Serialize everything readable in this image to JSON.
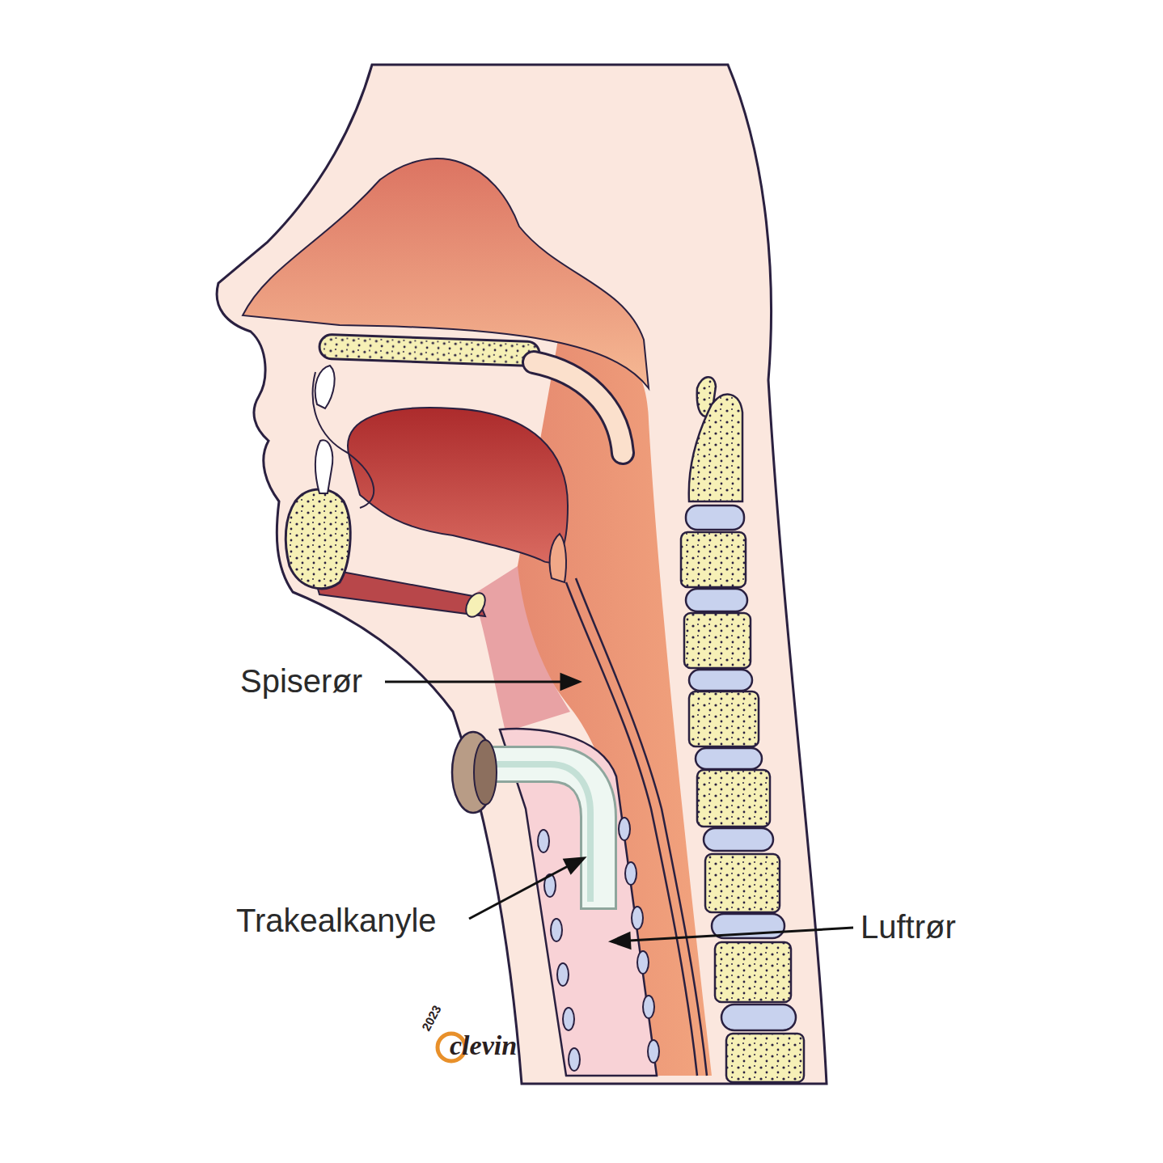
{
  "diagram": {
    "labels": [
      "Spiserør",
      "Trakealkanyle",
      "Luftrør",
      "2023",
      "clevin"
    ]
  }
}
